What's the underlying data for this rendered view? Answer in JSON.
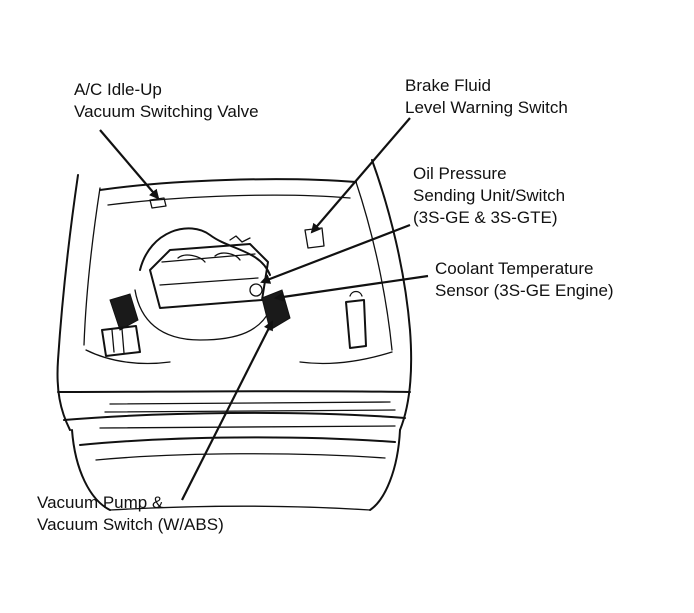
{
  "callouts": {
    "ac_idle_up": [
      "A/C Idle-Up",
      "Vacuum Switching Valve"
    ],
    "brake_fluid": [
      "Brake Fluid",
      "Level Warning Switch"
    ],
    "oil_pressure": [
      "Oil Pressure",
      "Sending Unit/Switch",
      "(3S-GE & 3S-GTE)"
    ],
    "coolant_temp": [
      "Coolant Temperature",
      "Sensor (3S-GE Engine)"
    ],
    "vacuum_pump": [
      "Vacuum Pump &",
      "Vacuum Switch (W/ABS)"
    ]
  },
  "colors": {
    "ink": "#111111",
    "background": "#ffffff"
  }
}
